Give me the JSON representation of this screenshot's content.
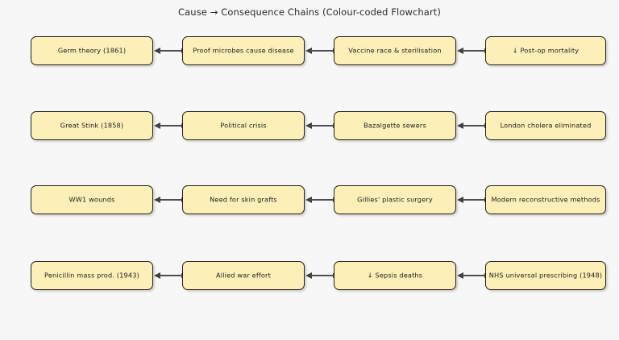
{
  "chart_data": {
    "type": "diagram",
    "diagram_type": "flowchart",
    "title": "Cause → Consequence Chains (Colour-coded Flowchart)",
    "orientation": "right-to-left",
    "edge_style": "single-headed arrow pointing left",
    "node_fill": "#fcf0b8",
    "node_border": "#23201c",
    "background": "#f7f7f7",
    "columns": 4,
    "rows": 4,
    "chains": [
      {
        "name": "germ-theory-chain",
        "nodes": [
          "Germ theory (1861)",
          "Proof microbes cause disease",
          "Vaccine race & sterilisation",
          "↓ Post-op mortality"
        ]
      },
      {
        "name": "great-stink-chain",
        "nodes": [
          "Great Stink (1858)",
          "Political crisis",
          "Bazalgette sewers",
          "London cholera eliminated"
        ]
      },
      {
        "name": "ww1-wounds-chain",
        "nodes": [
          "WW1 wounds",
          "Need for skin grafts",
          "Gillies' plastic surgery",
          "Modern reconstructive methods"
        ]
      },
      {
        "name": "penicillin-chain",
        "nodes": [
          "Penicillin mass prod. (1943)",
          "Allied war effort",
          "↓ Sepsis deaths",
          "NHS universal prescribing (1948)"
        ]
      }
    ]
  }
}
